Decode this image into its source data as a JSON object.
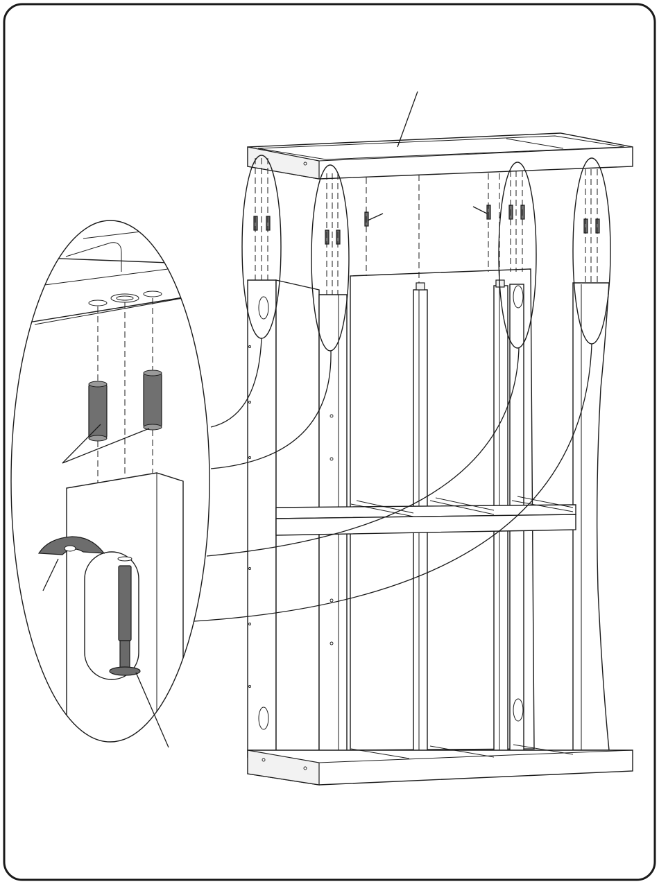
{
  "figure": {
    "type": "assembly-instruction-illustration",
    "text_labels": [],
    "parts": [
      "top-panel",
      "back-panel",
      "left-side-panel",
      "center-divider",
      "fixed-shelf",
      "bottom-panel",
      "wooden-dowel",
      "cam-lock",
      "cam-bolt"
    ],
    "detail_callouts": 4,
    "colors": {
      "line": "#1a1a1a",
      "hardware": "#707070",
      "background": "#ffffff"
    }
  }
}
